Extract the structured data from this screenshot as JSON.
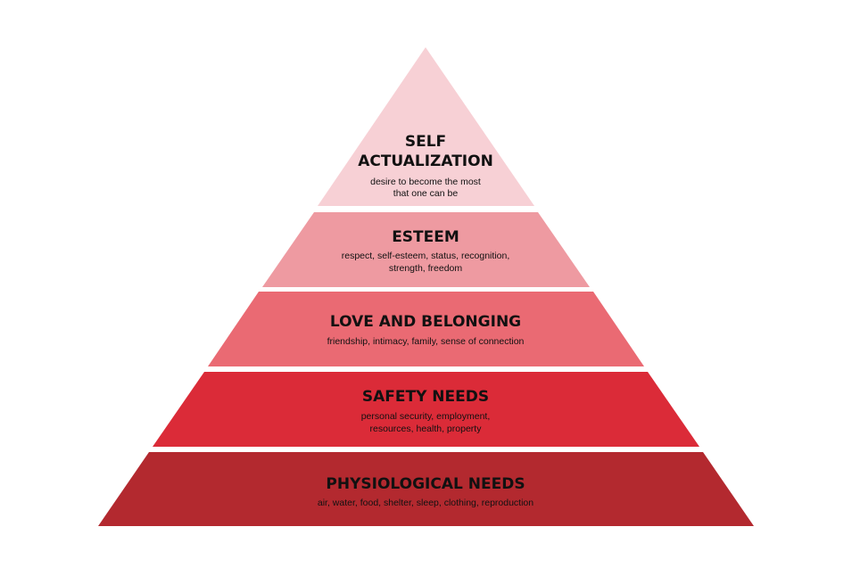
{
  "colors": {
    "background": "#ffffff",
    "text": "#111111",
    "level_1": "#f7d0d5",
    "level_2": "#ee9aa1",
    "level_3": "#ea6a73",
    "level_4": "#db2b38",
    "level_5": "#b3292f"
  },
  "levels": [
    {
      "title_lines": [
        "SELF",
        "ACTUALIZATION"
      ],
      "desc_lines": [
        "desire to become the most",
        "that one can be"
      ]
    },
    {
      "title_lines": [
        "ESTEEM"
      ],
      "desc_lines": [
        "respect, self-esteem, status, recognition,",
        "strength, freedom"
      ]
    },
    {
      "title_lines": [
        "LOVE AND BELONGING"
      ],
      "desc_lines": [
        "friendship, intimacy, family, sense of connection"
      ]
    },
    {
      "title_lines": [
        "SAFETY NEEDS"
      ],
      "desc_lines": [
        "personal security, employment,",
        "resources, health, property"
      ]
    },
    {
      "title_lines": [
        "PHYSIOLOGICAL NEEDS"
      ],
      "desc_lines": [
        "air, water, food, shelter, sleep, clothing, reproduction"
      ]
    }
  ]
}
